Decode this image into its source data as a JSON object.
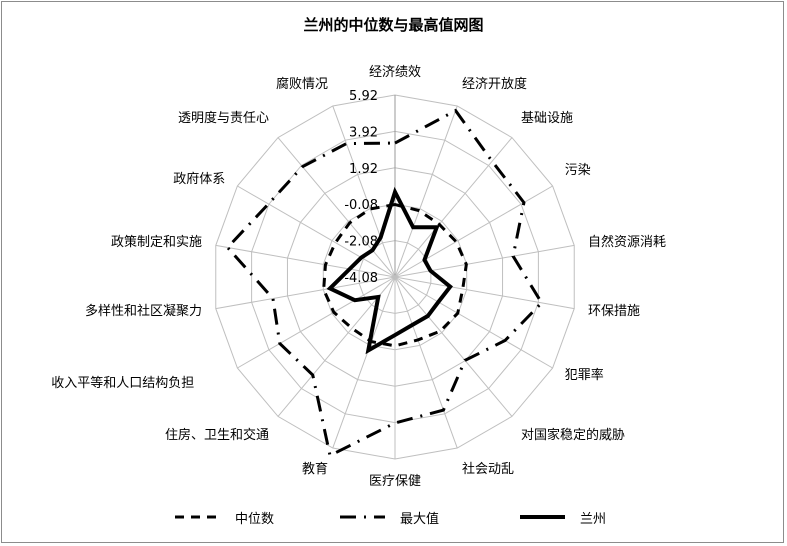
{
  "chart_data": {
    "type": "radar",
    "title": "兰州的中位数与最高值网图",
    "categories": [
      "经济绩效",
      "经济开放度",
      "基础设施",
      "污染",
      "自然资源消耗",
      "环保措施",
      "犯罪率",
      "对国家稳定的威胁",
      "社会动乱",
      "医疗保健",
      "教育",
      "住房、卫生和交通",
      "收入平等和人口结构负担",
      "多样性和社区凝聚力",
      "政策制定和实施",
      "政府体系",
      "透明度与责任心",
      "腐败情况"
    ],
    "axis_ticks": [
      "-4.08",
      "-2.08",
      "-0.08",
      "1.92",
      "3.92",
      "5.92"
    ],
    "rlim": [
      -4.08,
      5.92
    ],
    "grid": true,
    "legend_position": "bottom",
    "series": [
      {
        "name": "中位数",
        "style": "dashed",
        "values": [
          -0.1,
          -0.2,
          -0.3,
          -0.2,
          -0.1,
          -0.3,
          -0.1,
          -0.2,
          -0.4,
          -0.3,
          -0.3,
          -0.4,
          -0.2,
          -0.1,
          -0.2,
          -0.3,
          -0.2,
          -0.1
        ]
      },
      {
        "name": "最大值",
        "style": "dash-dot",
        "values": [
          3.28,
          5.65,
          4.22,
          4.1,
          2.51,
          4.1,
          2.9,
          1.9,
          3.7,
          3.94,
          6.36,
          2.95,
          3.23,
          2.73,
          5.26,
          3.95,
          3.83,
          3.72
        ]
      },
      {
        "name": "兰州",
        "style": "solid-thick",
        "values": [
          0.59,
          -1.17,
          -0.51,
          -2.21,
          -2.1,
          -1.0,
          -1.33,
          -1.28,
          -1.28,
          -0.89,
          0.21,
          -2.65,
          -1.53,
          -0.45,
          -1.55,
          -1.94,
          -2.16,
          -1.77
        ]
      }
    ]
  }
}
